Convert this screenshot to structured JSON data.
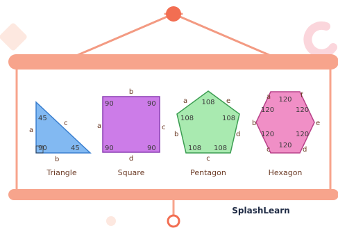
{
  "brand": {
    "name": "SplashLearn"
  },
  "colors": {
    "board_frame": "#f7a48c",
    "board_bg": "#ffffff",
    "triangle": "#82b9f2",
    "square": "#cc7ce8",
    "pentagon": "#a9eab0",
    "hexagon": "#f08fc6",
    "text": "#6b3a24"
  },
  "shapes": [
    {
      "name": "Triangle",
      "side_labels": [
        "a",
        "b",
        "c"
      ],
      "angle_labels": [
        "45",
        "90",
        "45"
      ]
    },
    {
      "name": "Square",
      "side_labels": [
        "b",
        "a",
        "c",
        "d"
      ],
      "angle_labels": [
        "90",
        "90",
        "90",
        "90"
      ]
    },
    {
      "name": "Pentagon",
      "side_labels": [
        "a",
        "e",
        "b",
        "d",
        "c"
      ],
      "angle_labels": [
        "108",
        "108",
        "108",
        "108",
        "108"
      ]
    },
    {
      "name": "Hexagon",
      "side_labels": [
        "a",
        "f",
        "b",
        "e",
        "c",
        "d"
      ],
      "angle_labels": [
        "120",
        "120",
        "120",
        "120",
        "120",
        "120"
      ]
    }
  ]
}
